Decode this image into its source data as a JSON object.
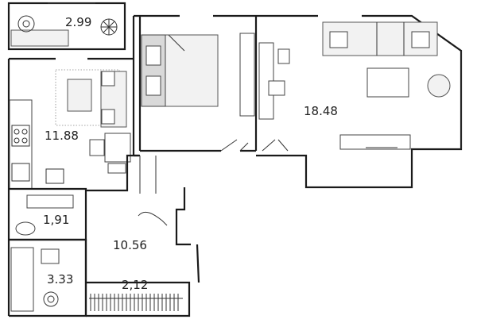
{
  "rooms": [
    {
      "id": "balcony",
      "area": "2.99"
    },
    {
      "id": "kitchen",
      "area": "11.88"
    },
    {
      "id": "bedroom",
      "area": ""
    },
    {
      "id": "living",
      "area": "18.48"
    },
    {
      "id": "toilet",
      "area": "1,91"
    },
    {
      "id": "hallway",
      "area": "10.56"
    },
    {
      "id": "bathroom",
      "area": "3.33"
    },
    {
      "id": "storage",
      "area": "2,12"
    }
  ],
  "colors": {
    "wall": "#1a1a1a",
    "fill": "#ffffff",
    "bed_accent": "#d9d9d9"
  }
}
